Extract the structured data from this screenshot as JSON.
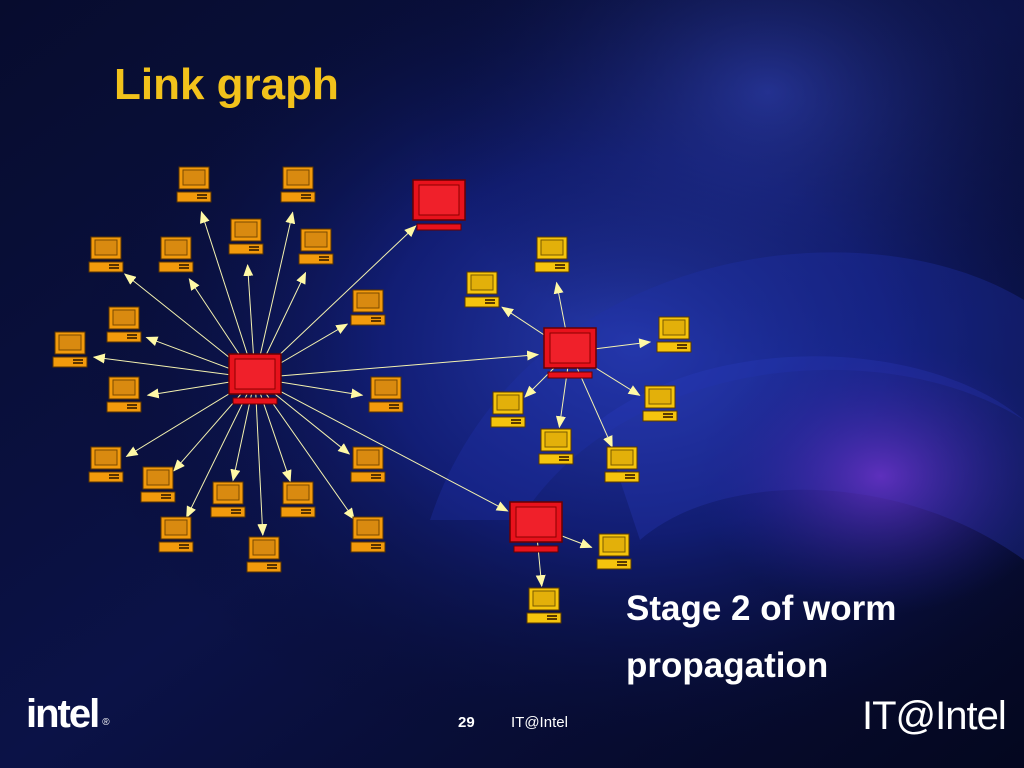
{
  "slide": {
    "title": "Link graph",
    "caption_line1": "Stage 2 of worm",
    "caption_line2": "propagation",
    "page_number": "29",
    "footer_text": "IT@Intel",
    "logo_left": "intel",
    "logo_left_reg": "®",
    "logo_right": "IT@Intel"
  },
  "colors": {
    "title": "#f2c21b",
    "infected_node": "#e8121c",
    "clean_node": "#f29a0c",
    "clean_node_yellow": "#f5c40d",
    "edge": "#f4f2b0",
    "arrow": "#fff9a6",
    "text": "#ffffff"
  },
  "graph": {
    "nodes": [
      {
        "id": "hub1",
        "type": "infected"
      },
      {
        "id": "hub2",
        "type": "infected"
      },
      {
        "id": "hub3",
        "type": "infected"
      },
      {
        "id": "hub4",
        "type": "infected"
      },
      {
        "id": "c1",
        "type": "clean"
      },
      {
        "id": "c2",
        "type": "clean"
      },
      {
        "id": "c3",
        "type": "clean"
      },
      {
        "id": "c4",
        "type": "clean"
      },
      {
        "id": "c5",
        "type": "clean"
      },
      {
        "id": "c6",
        "type": "clean"
      },
      {
        "id": "c7",
        "type": "clean"
      },
      {
        "id": "c8",
        "type": "clean"
      },
      {
        "id": "c9",
        "type": "clean"
      },
      {
        "id": "c10",
        "type": "clean"
      },
      {
        "id": "c11",
        "type": "clean"
      },
      {
        "id": "c12",
        "type": "clean"
      },
      {
        "id": "c13",
        "type": "clean"
      },
      {
        "id": "c14",
        "type": "clean"
      },
      {
        "id": "c15",
        "type": "clean"
      },
      {
        "id": "c16",
        "type": "clean"
      },
      {
        "id": "c17",
        "type": "clean"
      },
      {
        "id": "c18",
        "type": "clean"
      },
      {
        "id": "c19",
        "type": "clean"
      },
      {
        "id": "c20",
        "type": "clean"
      },
      {
        "id": "y1",
        "type": "clean"
      },
      {
        "id": "y2",
        "type": "clean"
      },
      {
        "id": "y3",
        "type": "clean"
      },
      {
        "id": "y4",
        "type": "clean"
      },
      {
        "id": "y5",
        "type": "clean"
      },
      {
        "id": "y6",
        "type": "clean"
      },
      {
        "id": "y7",
        "type": "clean"
      },
      {
        "id": "y8",
        "type": "clean"
      },
      {
        "id": "y9",
        "type": "clean"
      }
    ],
    "edges": [
      {
        "from": "hub1",
        "to": "hub2"
      },
      {
        "from": "hub1",
        "to": "hub3"
      },
      {
        "from": "hub1",
        "to": "hub4"
      },
      {
        "from": "hub1",
        "to": "c1"
      },
      {
        "from": "hub1",
        "to": "c2"
      },
      {
        "from": "hub1",
        "to": "c3"
      },
      {
        "from": "hub1",
        "to": "c4"
      },
      {
        "from": "hub1",
        "to": "c5"
      },
      {
        "from": "hub1",
        "to": "c6"
      },
      {
        "from": "hub1",
        "to": "c7"
      },
      {
        "from": "hub1",
        "to": "c8"
      },
      {
        "from": "hub1",
        "to": "c9"
      },
      {
        "from": "hub1",
        "to": "c10"
      },
      {
        "from": "hub1",
        "to": "c11"
      },
      {
        "from": "hub1",
        "to": "c12"
      },
      {
        "from": "hub1",
        "to": "c13"
      },
      {
        "from": "hub1",
        "to": "c14"
      },
      {
        "from": "hub1",
        "to": "c15"
      },
      {
        "from": "hub1",
        "to": "c16"
      },
      {
        "from": "hub1",
        "to": "c17"
      },
      {
        "from": "hub1",
        "to": "c18"
      },
      {
        "from": "hub1",
        "to": "c19"
      },
      {
        "from": "hub1",
        "to": "c20"
      },
      {
        "from": "hub2",
        "to": "y1"
      },
      {
        "from": "hub2",
        "to": "y2"
      },
      {
        "from": "hub2",
        "to": "y3"
      },
      {
        "from": "hub2",
        "to": "y4"
      },
      {
        "from": "hub2",
        "to": "y5"
      },
      {
        "from": "hub2",
        "to": "y6"
      },
      {
        "from": "hub2",
        "to": "y7"
      },
      {
        "from": "hub3",
        "to": "y8"
      },
      {
        "from": "hub3",
        "to": "y9"
      }
    ]
  }
}
